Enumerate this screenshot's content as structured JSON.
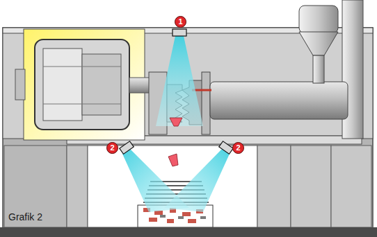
{
  "diagram": {
    "labels": [
      "1",
      "2",
      "2",
      "Grafik 2"
    ]
  }
}
